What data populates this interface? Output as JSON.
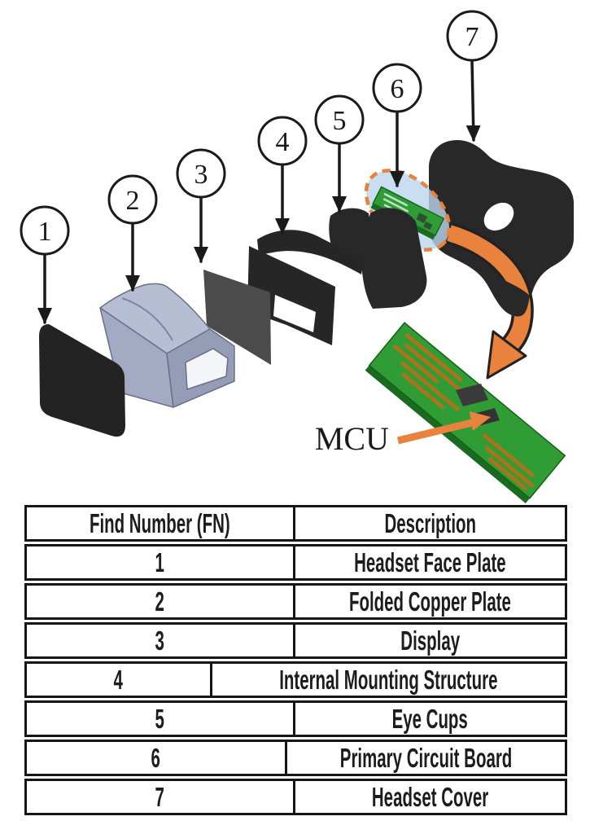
{
  "diagram": {
    "callouts": [
      {
        "n": "1"
      },
      {
        "n": "2"
      },
      {
        "n": "3"
      },
      {
        "n": "4"
      },
      {
        "n": "5"
      },
      {
        "n": "6"
      },
      {
        "n": "7"
      }
    ],
    "mcu_label": "MCU"
  },
  "table": {
    "headers": {
      "fn": "Find Number (FN)",
      "desc": "Description"
    },
    "rows": [
      {
        "fn": "1",
        "desc": "Headset Face Plate"
      },
      {
        "fn": "2",
        "desc": "Folded Copper Plate"
      },
      {
        "fn": "3",
        "desc": "Display"
      },
      {
        "fn": "4",
        "desc": "Internal Mounting Structure"
      },
      {
        "fn": "5",
        "desc": "Eye Cups"
      },
      {
        "fn": "6",
        "desc": "Primary Circuit Board"
      },
      {
        "fn": "7",
        "desc": "Headset Cover"
      }
    ]
  },
  "colors": {
    "accent_orange": "#e8823c",
    "pcb_green": "#2f9c36",
    "highlight_blue": "#bcd6ec",
    "part_black": "#282828",
    "display_gray": "#4b4b4b",
    "copper_plate_gray": "#aab2cb"
  }
}
